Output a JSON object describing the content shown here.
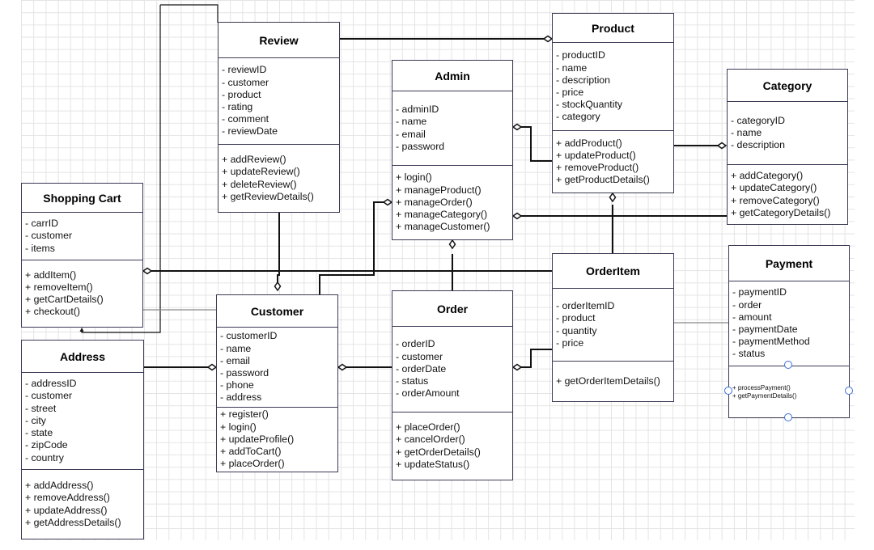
{
  "classes": {
    "review": {
      "name": "Review",
      "attributes": [
        "- reviewID",
        "- customer",
        "- product",
        "- rating",
        "- comment",
        "- reviewDate"
      ],
      "methods": [
        "+ addReview()",
        "+ updateReview()",
        "+ deleteReview()",
        "+ getReviewDetails()"
      ]
    },
    "product": {
      "name": "Product",
      "attributes": [
        "- productID",
        "- name",
        "- description",
        "- price",
        "- stockQuantity",
        "- category"
      ],
      "methods": [
        "+ addProduct()",
        "+ updateProduct()",
        "+ removeProduct()",
        "+ getProductDetails()"
      ]
    },
    "admin": {
      "name": "Admin",
      "attributes": [
        "- adminID",
        "- name",
        "- email",
        "- password"
      ],
      "methods": [
        "+ login()",
        "+ manageProduct()",
        "+ manageOrder()",
        "+ manageCategory()",
        "+ manageCustomer()"
      ]
    },
    "category": {
      "name": "Category",
      "attributes": [
        "- categoryID",
        "- name",
        "- description"
      ],
      "methods": [
        "+ addCategory()",
        "+ updateCategory()",
        "+ removeCategory()",
        "+ getCategoryDetails()"
      ]
    },
    "shopping_cart": {
      "name": "Shopping Cart",
      "attributes": [
        "- carrID",
        "- customer",
        "- items"
      ],
      "methods": [
        "+ addItem()",
        "+ removeItem()",
        "+ getCartDetails()",
        "+ checkout()"
      ]
    },
    "customer": {
      "name": "Customer",
      "attributes": [
        "- customerID",
        "- name",
        "- email",
        "- password",
        "- phone",
        "- address"
      ],
      "methods": [
        "+ register()",
        "+ login()",
        "+ updateProfile()",
        "+ addToCart()",
        "+ placeOrder()"
      ]
    },
    "order": {
      "name": "Order",
      "attributes": [
        "- orderID",
        "- customer",
        "- orderDate",
        "- status",
        "- orderAmount"
      ],
      "methods": [
        "+ placeOrder()",
        "+ cancelOrder()",
        "+ getOrderDetails()",
        "+ updateStatus()"
      ]
    },
    "order_item": {
      "name": "OrderItem",
      "attributes": [
        "- orderItemID",
        "- product",
        "- quantity",
        "- price"
      ],
      "methods": [
        "+ getOrderItemDetails()"
      ]
    },
    "payment": {
      "name": "Payment",
      "attributes": [
        "- paymentID",
        "- order",
        "- amount",
        "- paymentDate",
        "- paymentMethod",
        "- status"
      ],
      "methods": [
        "+ processPayment()",
        "+ getPaymentDetails()"
      ]
    },
    "address": {
      "name": "Address",
      "attributes": [
        "- addressID",
        "- customer",
        "- street",
        "- city",
        "- state",
        "- zipCode",
        "- country"
      ],
      "methods": [
        "+ addAddress()",
        "+ removeAddress()",
        "+ updateAddress()",
        "+ getAddressDetails()"
      ]
    }
  },
  "colors": {
    "border": "#3a3a55",
    "connector": "#111111",
    "grid": "#e4e4e4",
    "selection_handle": "#3a6fd8"
  }
}
